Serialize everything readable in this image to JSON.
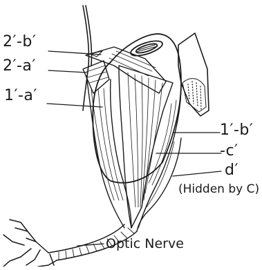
{
  "diagram": {
    "labels": {
      "l_2b": "2′-b′",
      "l_2a": "2′-a′",
      "l_1a": "1′-a′",
      "l_1b": "1′-b′",
      "l_c": "-c′",
      "l_d": "d′",
      "l_hidden": "(Hidden by C)",
      "l_optic": "Optic Nerve"
    },
    "colors": {
      "ink": "#1a1a1a",
      "paper": "#ffffff"
    }
  }
}
